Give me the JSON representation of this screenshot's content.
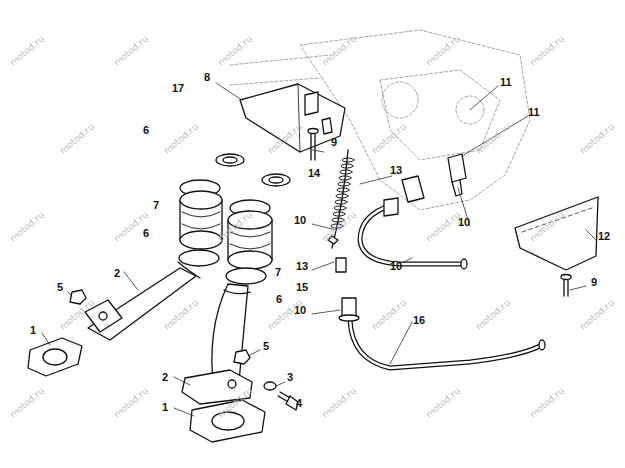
{
  "diagram": {
    "labels": [
      "17",
      "8",
      "11",
      "11",
      "6",
      "9",
      "13",
      "14",
      "7",
      "10",
      "10",
      "6",
      "12",
      "10",
      "13",
      "7",
      "2",
      "9",
      "15",
      "5",
      "6",
      "10",
      "16",
      "1",
      "5",
      "2",
      "3",
      "4",
      "1",
      "motod.ru",
      "motod.ru",
      "motod.ru",
      "motod.ru",
      "motod.ru",
      "motod.ru",
      "motod.ru",
      "motod.ru",
      "motod.ru",
      "motod.ru",
      "motod.ru",
      "motod.ru",
      "motod.ru",
      "motod.ru",
      "motod.ru",
      "motod.ru",
      "motod.ru",
      "motod.ru",
      "motod.ru",
      "motod.ru",
      "motod.ru",
      "motod.ru",
      "motod.ru",
      "motod.ru",
      "motod.ru",
      "motod.ru",
      "motod.ru",
      "motod.ru",
      "motod.ru",
      "motod.ru"
    ]
  }
}
